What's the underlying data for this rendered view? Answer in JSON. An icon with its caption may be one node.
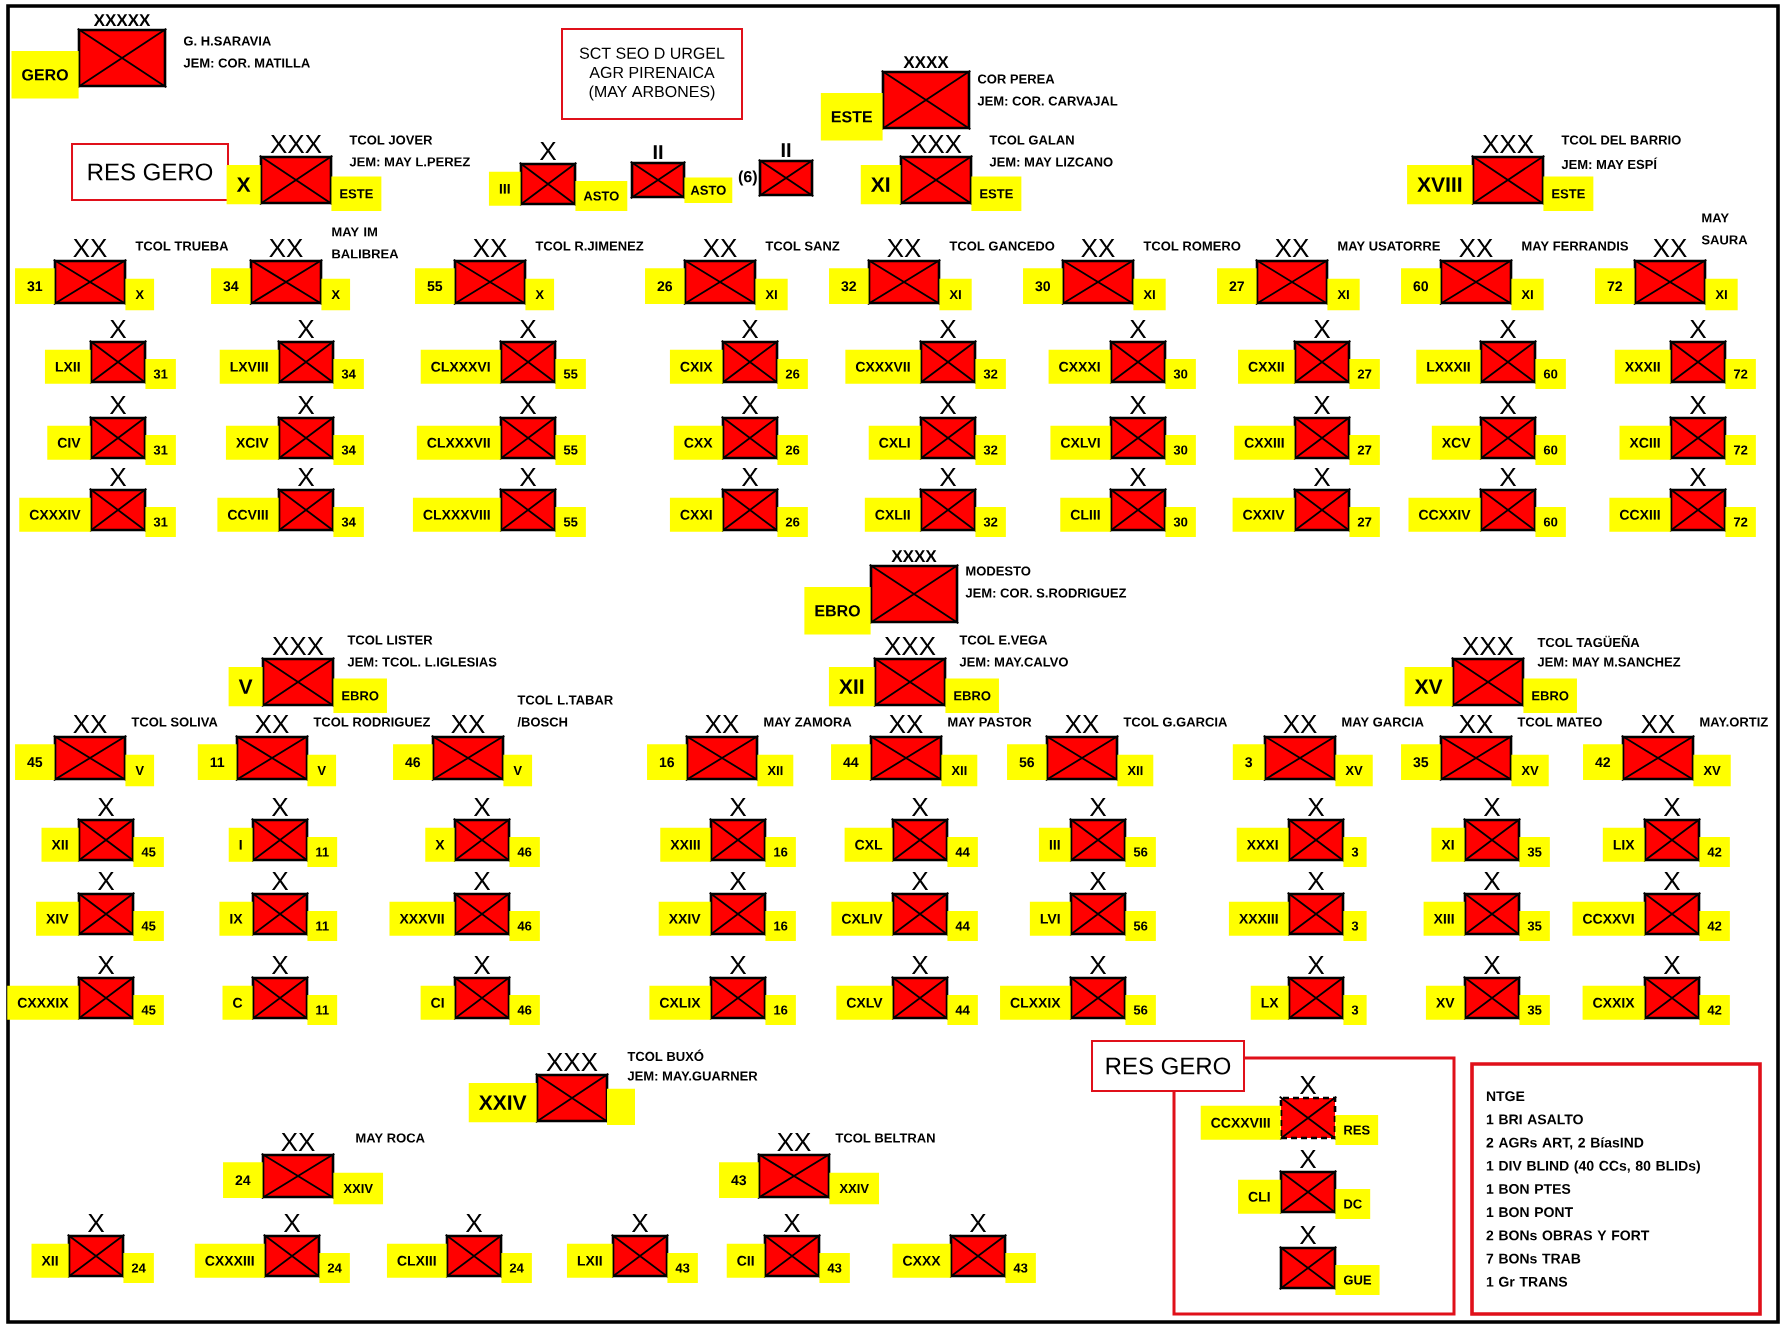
{
  "diagram": {
    "nodes": [
      {
        "text": [],
        "shape": "box",
        "beside": [
          "XXXXX",
          "GERO",
          "G. H.SARAVIA",
          "JEM: COR. MATILLA"
        ]
      },
      {
        "text": [
          "SCT SEO D URGEL",
          "AGR PIRENAICA",
          "(MAY ARBONES)"
        ]
      },
      {
        "text": [],
        "shape": "box",
        "beside": [
          "XXXX",
          "ESTE",
          "COR PEREA",
          "JEM: COR. CARVAJAL"
        ]
      },
      {
        "text": [
          "RES GERO"
        ]
      },
      {
        "text": [],
        "shape": "box",
        "beside": [
          "XXX",
          "X",
          "ESTE",
          "TCOL JOVER",
          "JEM: MAY L.PEREZ"
        ]
      },
      {
        "text": [],
        "shape": "box",
        "beside": [
          "X",
          "III",
          "ASTO"
        ]
      },
      {
        "text": [],
        "shape": "box",
        "beside": [
          "II",
          "ASTO"
        ]
      },
      {
        "text": [],
        "shape": "box",
        "beside": [
          "II",
          "(6)"
        ]
      },
      {
        "text": [],
        "shape": "box",
        "beside": [
          "XXX",
          "XI",
          "ESTE",
          "TCOL GALAN",
          "JEM: MAY LIZCANO"
        ]
      },
      {
        "text": [],
        "shape": "box",
        "beside": [
          "XXX",
          "XVIII",
          "ESTE",
          "TCOL DEL BARRIO",
          "JEM: MAY ESPÍ"
        ]
      },
      {
        "text": [],
        "shape": "box",
        "beside": [
          "XX",
          "31",
          "X",
          "TCOL TRUEBA"
        ]
      },
      {
        "text": [],
        "shape": "box",
        "beside": [
          "XX",
          "34",
          "X",
          "MAY IM BALIBREA"
        ]
      },
      {
        "text": [],
        "shape": "box",
        "beside": [
          "XX",
          "55",
          "X",
          "TCOL R.JIMENEZ"
        ]
      },
      {
        "text": [],
        "shape": "box",
        "beside": [
          "XX",
          "26",
          "XI",
          "TCOL SANZ"
        ]
      },
      {
        "text": [],
        "shape": "box",
        "beside": [
          "XX",
          "32",
          "XI",
          "TCOL GANCEDO"
        ]
      },
      {
        "text": [],
        "shape": "box",
        "beside": [
          "XX",
          "30",
          "XI",
          "TCOL ROMERO"
        ]
      },
      {
        "text": [],
        "shape": "box",
        "beside": [
          "XX",
          "27",
          "XI",
          "MAY USATORRE"
        ]
      },
      {
        "text": [],
        "shape": "box",
        "beside": [
          "XX",
          "60",
          "XI",
          "MAY FERRANDIS"
        ]
      },
      {
        "text": [],
        "shape": "box",
        "beside": [
          "XX",
          "72",
          "XI",
          "MAY SAURA"
        ]
      },
      {
        "text": [],
        "shape": "box",
        "beside": [
          "X",
          "LXII",
          "31"
        ]
      },
      {
        "text": [],
        "shape": "box",
        "beside": [
          "X",
          "LXVIII",
          "34"
        ]
      },
      {
        "text": [],
        "shape": "box",
        "beside": [
          "X",
          "CLXXXVI",
          "55"
        ]
      },
      {
        "text": [],
        "shape": "box",
        "beside": [
          "X",
          "CXIX",
          "26"
        ]
      },
      {
        "text": [],
        "shape": "box",
        "beside": [
          "X",
          "CXXXVII",
          "32"
        ]
      },
      {
        "text": [],
        "shape": "box",
        "beside": [
          "X",
          "CXXXI",
          "30"
        ]
      },
      {
        "text": [],
        "shape": "box",
        "beside": [
          "X",
          "CXXII",
          "27"
        ]
      },
      {
        "text": [],
        "shape": "box",
        "beside": [
          "X",
          "LXXXII",
          "60"
        ]
      },
      {
        "text": [],
        "shape": "box",
        "beside": [
          "X",
          "XXXII",
          "72"
        ]
      },
      {
        "text": [],
        "shape": "box",
        "beside": [
          "X",
          "CIV",
          "31"
        ]
      },
      {
        "text": [],
        "shape": "box",
        "beside": [
          "X",
          "XCIV",
          "34"
        ]
      },
      {
        "text": [],
        "shape": "box",
        "beside": [
          "X",
          "CLXXXVII",
          "55"
        ]
      },
      {
        "text": [],
        "shape": "box",
        "beside": [
          "X",
          "CXX",
          "26"
        ]
      },
      {
        "text": [],
        "shape": "box",
        "beside": [
          "X",
          "CXLI",
          "32"
        ]
      },
      {
        "text": [],
        "shape": "box",
        "beside": [
          "X",
          "CXLVI",
          "30"
        ]
      },
      {
        "text": [],
        "shape": "box",
        "beside": [
          "X",
          "CXXIII",
          "27"
        ]
      },
      {
        "text": [],
        "shape": "box",
        "beside": [
          "X",
          "XCV",
          "60"
        ]
      },
      {
        "text": [],
        "shape": "box",
        "beside": [
          "X",
          "XCIII",
          "72"
        ]
      },
      {
        "text": [],
        "shape": "box",
        "beside": [
          "X",
          "CXXXIV",
          "31"
        ]
      },
      {
        "text": [],
        "shape": "box",
        "beside": [
          "X",
          "CCVIII",
          "34"
        ]
      },
      {
        "text": [],
        "shape": "box",
        "beside": [
          "X",
          "CLXXXVIII",
          "55"
        ]
      },
      {
        "text": [],
        "shape": "box",
        "beside": [
          "X",
          "CXXI",
          "26"
        ]
      },
      {
        "text": [],
        "shape": "box",
        "beside": [
          "X",
          "CXLII",
          "32"
        ]
      },
      {
        "text": [],
        "shape": "box",
        "beside": [
          "X",
          "CLIII",
          "30"
        ]
      },
      {
        "text": [],
        "shape": "box",
        "beside": [
          "X",
          "CXXIV",
          "27"
        ]
      },
      {
        "text": [],
        "shape": "box",
        "beside": [
          "X",
          "CCXXIV",
          "60"
        ]
      },
      {
        "text": [],
        "shape": "box",
        "beside": [
          "X",
          "CCXIII",
          "72"
        ]
      },
      {
        "text": [],
        "shape": "box",
        "beside": [
          "XXXX",
          "EBRO",
          "MODESTO",
          "JEM: COR. S.RODRIGUEZ"
        ]
      },
      {
        "text": [],
        "shape": "box",
        "beside": [
          "XXX",
          "V",
          "EBRO",
          "TCOL LISTER",
          "JEM: TCOL. L.IGLESIAS"
        ]
      },
      {
        "text": [],
        "shape": "box",
        "beside": [
          "XXX",
          "XII",
          "EBRO",
          "TCOL E.VEGA",
          "JEM: MAY.CALVO"
        ]
      },
      {
        "text": [],
        "shape": "box",
        "beside": [
          "XXX",
          "XV",
          "EBRO",
          "TCOL TAGÜEÑA",
          "JEM: MAY M.SANCHEZ"
        ]
      },
      {
        "text": [],
        "shape": "box",
        "beside": [
          "XX",
          "45",
          "V",
          "TCOL SOLIVA"
        ]
      },
      {
        "text": [],
        "shape": "box",
        "beside": [
          "XX",
          "11",
          "V",
          "TCOL RODRIGUEZ"
        ]
      },
      {
        "text": [],
        "shape": "box",
        "beside": [
          "XX",
          "46",
          "V",
          "TCOL L.TABAR /BOSCH"
        ]
      },
      {
        "text": [],
        "shape": "box",
        "beside": [
          "XX",
          "16",
          "XII",
          "MAY ZAMORA"
        ]
      },
      {
        "text": [],
        "shape": "box",
        "beside": [
          "XX",
          "44",
          "XII",
          "MAY PASTOR"
        ]
      },
      {
        "text": [],
        "shape": "box",
        "beside": [
          "XX",
          "56",
          "XII",
          "TCOL G.GARCIA"
        ]
      },
      {
        "text": [],
        "shape": "box",
        "beside": [
          "XX",
          "3",
          "XV",
          "MAY GARCIA"
        ]
      },
      {
        "text": [],
        "shape": "box",
        "beside": [
          "XX",
          "35",
          "XV",
          "TCOL MATEO"
        ]
      },
      {
        "text": [],
        "shape": "box",
        "beside": [
          "XX",
          "42",
          "XV",
          "MAY.ORTIZ"
        ]
      },
      {
        "text": [],
        "shape": "box",
        "beside": [
          "X",
          "XII",
          "45"
        ]
      },
      {
        "text": [],
        "shape": "box",
        "beside": [
          "X",
          "I",
          "11"
        ]
      },
      {
        "text": [],
        "shape": "box",
        "beside": [
          "X",
          "X",
          "46"
        ]
      },
      {
        "text": [],
        "shape": "box",
        "beside": [
          "X",
          "XXIII",
          "16"
        ]
      },
      {
        "text": [],
        "shape": "box",
        "beside": [
          "X",
          "CXL",
          "44"
        ]
      },
      {
        "text": [],
        "shape": "box",
        "beside": [
          "X",
          "III",
          "56"
        ]
      },
      {
        "text": [],
        "shape": "box",
        "beside": [
          "X",
          "XXXI",
          "3"
        ]
      },
      {
        "text": [],
        "shape": "box",
        "beside": [
          "X",
          "XI",
          "35"
        ]
      },
      {
        "text": [],
        "shape": "box",
        "beside": [
          "X",
          "LIX",
          "42"
        ]
      },
      {
        "text": [],
        "shape": "box",
        "beside": [
          "X",
          "XIV",
          "45"
        ]
      },
      {
        "text": [],
        "shape": "box",
        "beside": [
          "X",
          "IX",
          "11"
        ]
      },
      {
        "text": [],
        "shape": "box",
        "beside": [
          "X",
          "XXXVII",
          "46"
        ]
      },
      {
        "text": [],
        "shape": "box",
        "beside": [
          "X",
          "XXIV",
          "16"
        ]
      },
      {
        "text": [],
        "shape": "box",
        "beside": [
          "X",
          "CXLIV",
          "44"
        ]
      },
      {
        "text": [],
        "shape": "box",
        "beside": [
          "X",
          "LVI",
          "56"
        ]
      },
      {
        "text": [],
        "shape": "box",
        "beside": [
          "X",
          "XXXIII",
          "3"
        ]
      },
      {
        "text": [],
        "shape": "box",
        "beside": [
          "X",
          "XIII",
          "35"
        ]
      },
      {
        "text": [],
        "shape": "box",
        "beside": [
          "X",
          "CCXXVI",
          "42"
        ]
      },
      {
        "text": [],
        "shape": "box",
        "beside": [
          "X",
          "CXXXIX",
          "45"
        ]
      },
      {
        "text": [],
        "shape": "box",
        "beside": [
          "X",
          "C",
          "11"
        ]
      },
      {
        "text": [],
        "shape": "box",
        "beside": [
          "X",
          "CI",
          "46"
        ]
      },
      {
        "text": [],
        "shape": "box",
        "beside": [
          "X",
          "CXLIX",
          "16"
        ]
      },
      {
        "text": [],
        "shape": "box",
        "beside": [
          "X",
          "CXLV",
          "44"
        ]
      },
      {
        "text": [],
        "shape": "box",
        "beside": [
          "X",
          "CLXXIX",
          "56"
        ]
      },
      {
        "text": [],
        "shape": "box",
        "beside": [
          "X",
          "LX",
          "3"
        ]
      },
      {
        "text": [],
        "shape": "box",
        "beside": [
          "X",
          "XV",
          "35"
        ]
      },
      {
        "text": [],
        "shape": "box",
        "beside": [
          "X",
          "CXXIX",
          "42"
        ]
      },
      {
        "text": [],
        "shape": "box",
        "beside": [
          "XXX",
          "XXIV",
          "TCOL BUXÓ",
          "JEM: MAY.GUARNER"
        ]
      },
      {
        "text": [],
        "shape": "box",
        "beside": [
          "XX",
          "24",
          "XXIV",
          "MAY ROCA"
        ]
      },
      {
        "text": [],
        "shape": "box",
        "beside": [
          "XX",
          "43",
          "XXIV",
          "TCOL BELTRAN"
        ]
      },
      {
        "text": [],
        "shape": "box",
        "beside": [
          "X",
          "XII",
          "24"
        ]
      },
      {
        "text": [],
        "shape": "box",
        "beside": [
          "X",
          "CXXXIII",
          "24"
        ]
      },
      {
        "text": [],
        "shape": "box",
        "beside": [
          "X",
          "CLXIII",
          "24"
        ]
      },
      {
        "text": [],
        "shape": "box",
        "beside": [
          "X",
          "LXII",
          "43"
        ]
      },
      {
        "text": [],
        "shape": "box",
        "beside": [
          "X",
          "CII",
          "43"
        ]
      },
      {
        "text": [],
        "shape": "box",
        "beside": [
          "X",
          "CXXX",
          "43"
        ]
      },
      {
        "text": [
          "RES GERO"
        ]
      },
      {
        "text": [],
        "shape": "box",
        "in": 95,
        "beside": [
          "X",
          "CCXXVIII",
          "RES"
        ]
      },
      {
        "text": [],
        "shape": "box",
        "in": 95,
        "beside": [
          "X",
          "CLI",
          "DC"
        ]
      },
      {
        "text": [],
        "shape": "box",
        "in": 95,
        "beside": [
          "X",
          "GUE"
        ]
      },
      {
        "text": [
          "NTGE",
          "1 BRI ASALTO",
          "2 AGRs ART, 2 BíasIND",
          "1 DIV BLIND (40 CCs, 80 BLIDs)",
          "1 BON PTES",
          "1 BON PONT",
          "2 BONs OBRAS Y FORT",
          "7 BONs TRAB",
          "1 Gr TRANS"
        ]
      }
    ]
  }
}
